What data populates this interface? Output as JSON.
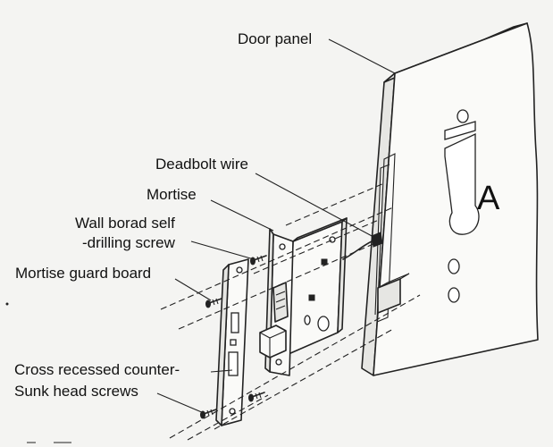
{
  "labels": {
    "door_panel": "Door panel",
    "deadbolt_wire": "Deadbolt wire",
    "mortise": "Mortise",
    "wall_board_screw_line1": "Wall borad self",
    "wall_board_screw_line2": "-drilling screw",
    "mortise_guard_board": "Mortise guard board",
    "cross_screws_line1": "Cross recessed counter-",
    "cross_screws_line2": "Sunk head screws",
    "marker_a": "A"
  }
}
